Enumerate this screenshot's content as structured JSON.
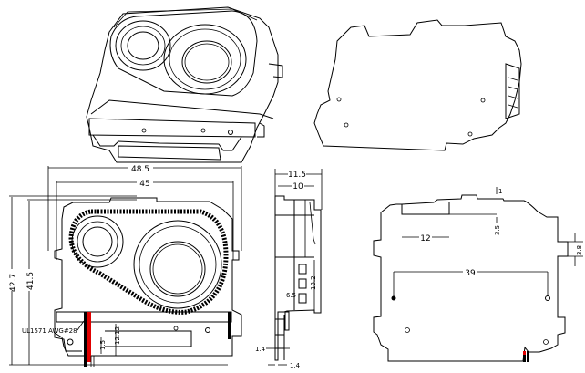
{
  "drawing": {
    "title": "Camera module dimensional drawing",
    "colors": {
      "line": "#000000",
      "wire_red": "#e00000",
      "wire_black": "#000000",
      "background": "#ffffff"
    },
    "views": {
      "iso_front": {
        "label": "isometric-front"
      },
      "iso_back": {
        "label": "isometric-back"
      },
      "front": {
        "dims": {
          "overall_width": "48.5",
          "inner_width": "45",
          "overall_height": "42.7",
          "body_height": "41.5",
          "pin_offset": "1.5",
          "pin_span": "12.12"
        },
        "cable_label": "UL1571 AWG#28"
      },
      "side": {
        "dims": {
          "overall_depth": "11.5",
          "body_depth": "10",
          "connector_height": "13.2",
          "connector_depth": "6.5",
          "pin_pitch": "1.4",
          "pin_width": "1.4"
        }
      },
      "back": {
        "dims": {
          "tab_height": "1",
          "notch_depth": "3.5",
          "notch_width": "12",
          "side_tab": "3.8",
          "hole_spacing": "39"
        }
      }
    }
  }
}
